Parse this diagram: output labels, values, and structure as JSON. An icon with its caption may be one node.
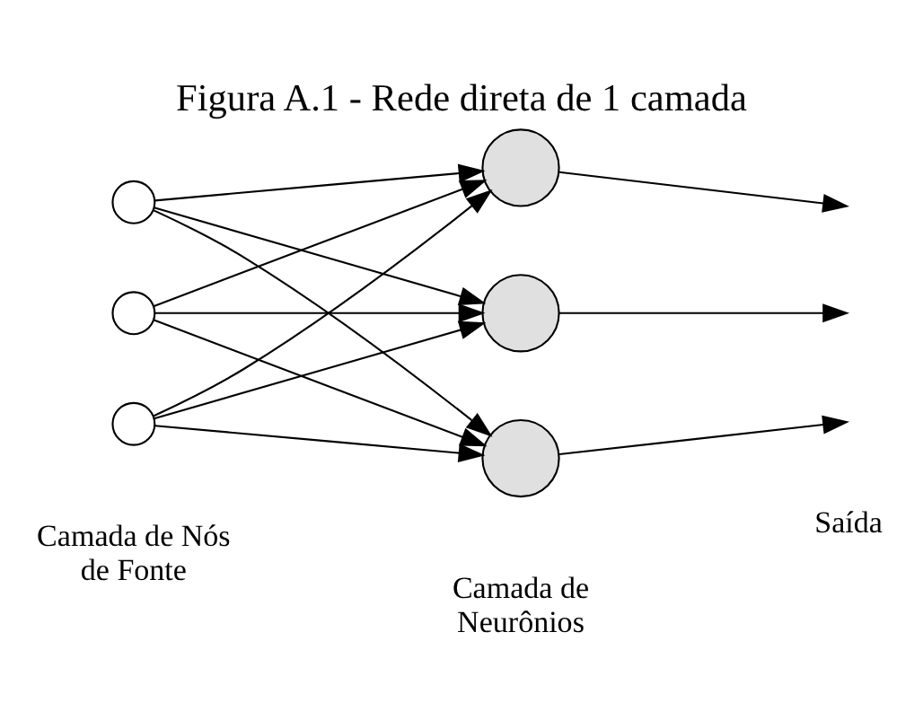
{
  "diagram": {
    "title": "Figura A.1 - Rede direta de 1 camada",
    "nodes": [
      {
        "text": [],
        "shape": "circle"
      },
      {
        "text": [],
        "shape": "circle"
      },
      {
        "text": [],
        "shape": "circle"
      },
      {
        "text": [],
        "shape": "circle"
      },
      {
        "text": [],
        "shape": "circle"
      },
      {
        "text": [],
        "shape": "circle"
      }
    ],
    "edges": [
      {
        "from": 0,
        "to": 3,
        "arrow": "to"
      },
      {
        "from": 0,
        "to": 4,
        "arrow": "to"
      },
      {
        "from": 0,
        "to": 5,
        "arrow": "to"
      },
      {
        "from": 1,
        "to": 3,
        "arrow": "to"
      },
      {
        "from": 1,
        "to": 4,
        "arrow": "to"
      },
      {
        "from": 1,
        "to": 5,
        "arrow": "to"
      },
      {
        "from": 2,
        "to": 3,
        "arrow": "to"
      },
      {
        "from": 2,
        "to": 4,
        "arrow": "to"
      },
      {
        "from": 2,
        "to": 5,
        "arrow": "to"
      },
      {
        "from": 3,
        "to": null,
        "arrow": "to"
      },
      {
        "from": 4,
        "to": null,
        "arrow": "to"
      },
      {
        "from": 5,
        "to": null,
        "arrow": "to"
      }
    ],
    "labels": [
      "Camada de Nós de Fonte",
      "Camada de Neurônios",
      "Saída"
    ]
  }
}
